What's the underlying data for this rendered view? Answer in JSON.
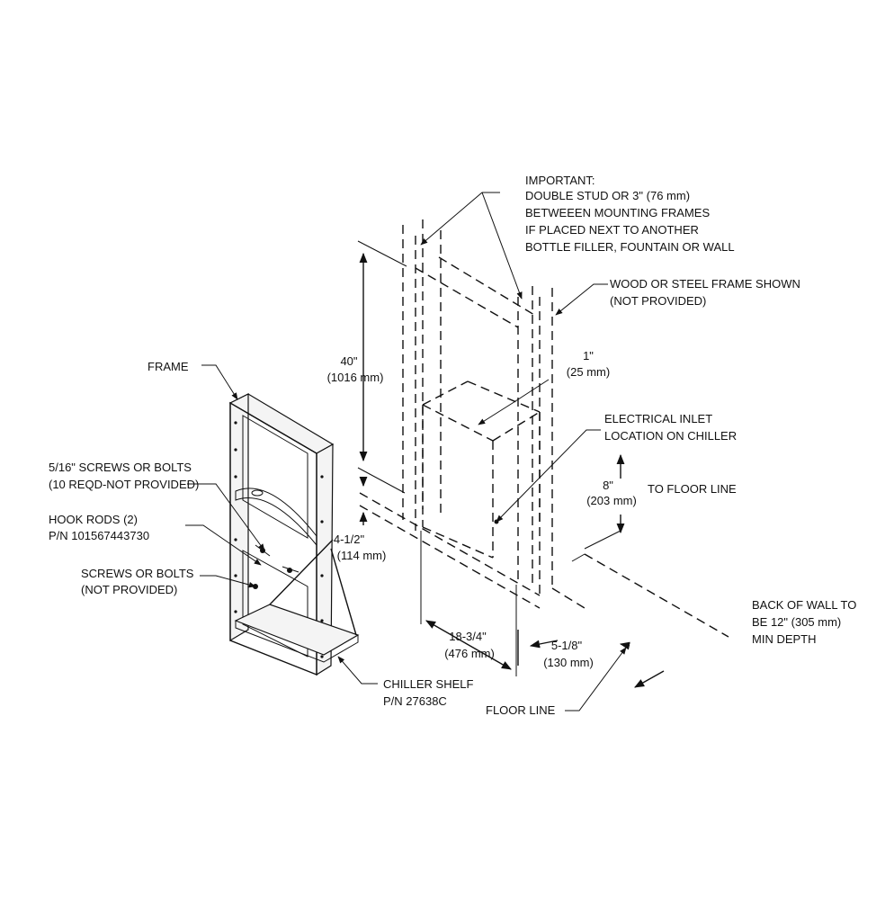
{
  "labels": {
    "important": [
      "IMPORTANT:",
      "DOUBLE STUD OR 3\" (76 mm)",
      "BETWEEEN MOUNTING FRAMES",
      "IF PLACED NEXT TO ANOTHER",
      "BOTTLE FILLER, FOUNTAIN OR WALL"
    ],
    "frame_shown": [
      "WOOD OR STEEL FRAME SHOWN",
      "(NOT PROVIDED)"
    ],
    "frame": "FRAME",
    "screws_516": [
      "5/16\" SCREWS OR BOLTS",
      "(10 REQD-NOT PROVIDED)"
    ],
    "hook_rods": [
      "HOOK RODS (2)",
      "P/N 101567443730"
    ],
    "screws_bolts": [
      "SCREWS OR BOLTS",
      "(NOT PROVIDED)"
    ],
    "chiller_shelf": [
      "CHILLER SHELF",
      "P/N 27638C"
    ],
    "floor_line": "FLOOR LINE",
    "to_floor_line": "TO FLOOR LINE",
    "electrical_inlet": [
      "ELECTRICAL INLET",
      "LOCATION ON CHILLER"
    ],
    "back_of_wall": [
      "BACK OF WALL TO",
      "BE 12\" (305 mm)",
      "MIN DEPTH"
    ]
  },
  "dimensions": {
    "height_40": [
      "40\"",
      "(1016 mm)"
    ],
    "height_4_5": [
      "4-1/2\"",
      "(114 mm)"
    ],
    "offset_1": [
      "1\"",
      "(25 mm)"
    ],
    "height_8": [
      "8\"",
      "(203 mm)"
    ],
    "width_18_75": [
      "18-3/4\"",
      "(476 mm)"
    ],
    "depth_5_125": [
      "5-1/8\"",
      "(130 mm)"
    ]
  }
}
